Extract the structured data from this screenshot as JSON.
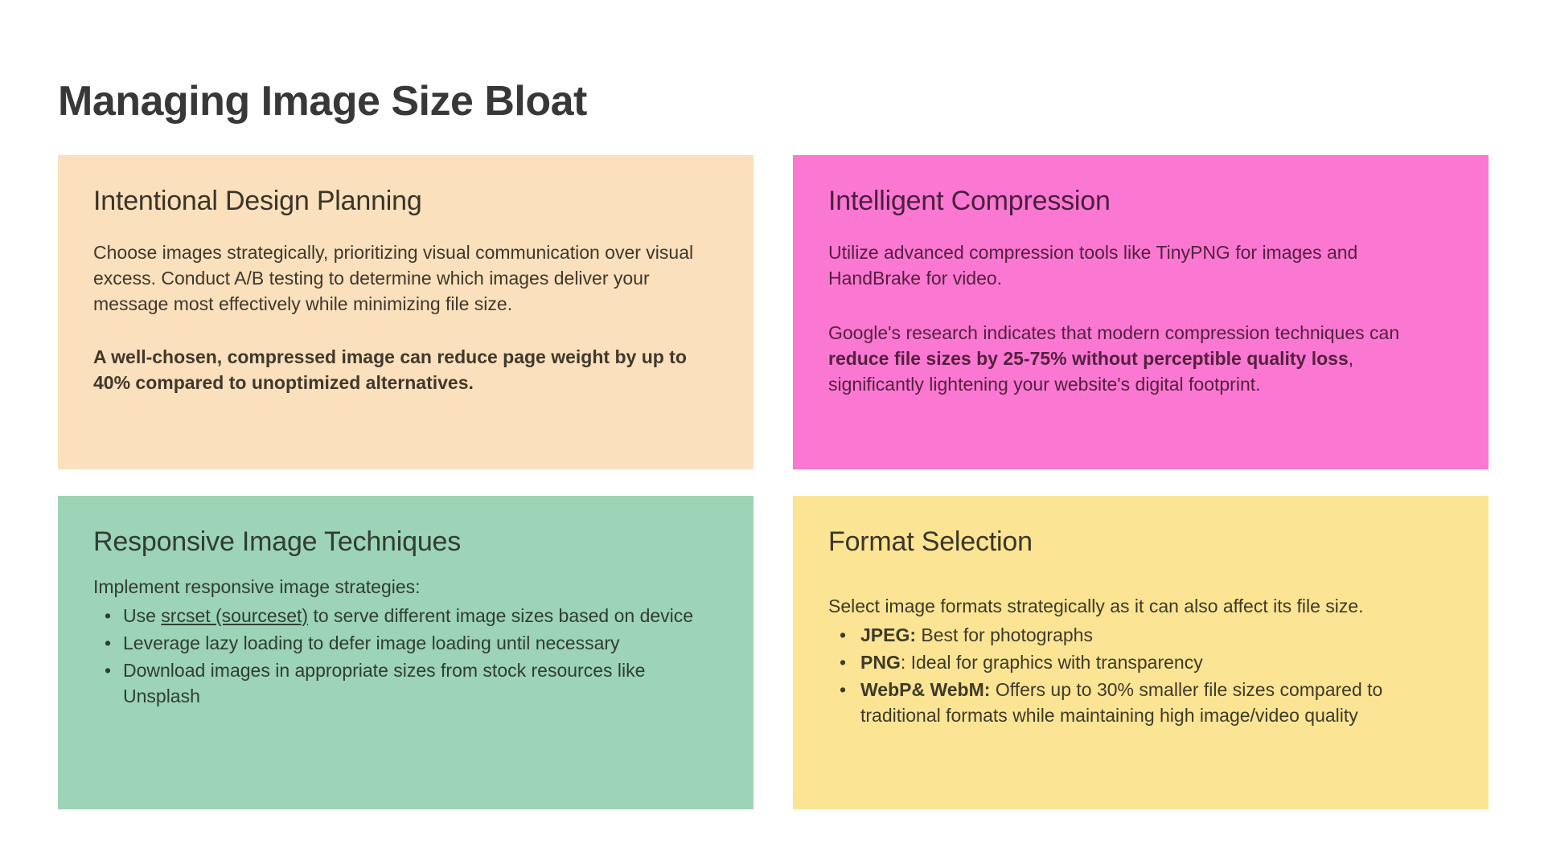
{
  "slide": {
    "title": "Managing Image Size Bloat",
    "background_color": "#ffffff",
    "title_color": "#383838"
  },
  "cards": [
    {
      "id": "intentional-design-planning",
      "title": "Intentional Design Planning",
      "background_color": "#FAE0BC",
      "title_color": "#3A3428",
      "body_color": "#40382C",
      "paragraph": "Choose images strategically, prioritizing visual communication over visual excess. Conduct A/B testing to determine which images deliver your message most effectively while minimizing file size.",
      "note_bold": "A well-chosen, compressed image can reduce page weight by up to 40% compared to unoptimized alternatives."
    },
    {
      "id": "intelligent-compression",
      "title": "Intelligent Compression",
      "background_color": "#FA78D2",
      "title_color": "#4A1F3D",
      "body_color": "#55203F",
      "paragraph_1": "Utilize advanced compression tools like TinyPNG for images and HandBrake for video.",
      "paragraph_2_lead": "Google's research indicates that modern compression techniques can ",
      "paragraph_2_bold": "reduce file sizes by 25-75% without perceptible quality loss",
      "paragraph_2_tail": ", significantly lightening your website's digital footprint."
    },
    {
      "id": "responsive-image-techniques",
      "title": "Responsive Image Techniques",
      "background_color": "#9DD3B6",
      "title_color": "#2F3D35",
      "body_color": "#2F3D35",
      "intro": "Implement responsive image strategies:",
      "bullets": [
        {
          "lead": "Use ",
          "link": "srcset (sourceset)",
          "tail": " to serve different image sizes based on device"
        },
        {
          "lead": "Leverage lazy loading to defer image loading until necessary",
          "link": "",
          "tail": ""
        },
        {
          "lead": "Download images in appropriate sizes from stock resources like Unsplash",
          "link": "",
          "tail": ""
        }
      ]
    },
    {
      "id": "format-selection",
      "title": "Format Selection",
      "background_color": "#FBE494",
      "title_color": "#3A3628",
      "body_color": "#3E3A29",
      "intro": "Select image formats strategically as it can also affect its file size.",
      "bullets": [
        {
          "label": "JPEG:",
          "text": " Best for photographs"
        },
        {
          "label": "PNG",
          "text": ": Ideal for graphics with transparency"
        },
        {
          "label": "WebP& WebM:",
          "text": " Offers up to 30% smaller file sizes compared to traditional formats while maintaining high image/video quality"
        }
      ]
    }
  ]
}
